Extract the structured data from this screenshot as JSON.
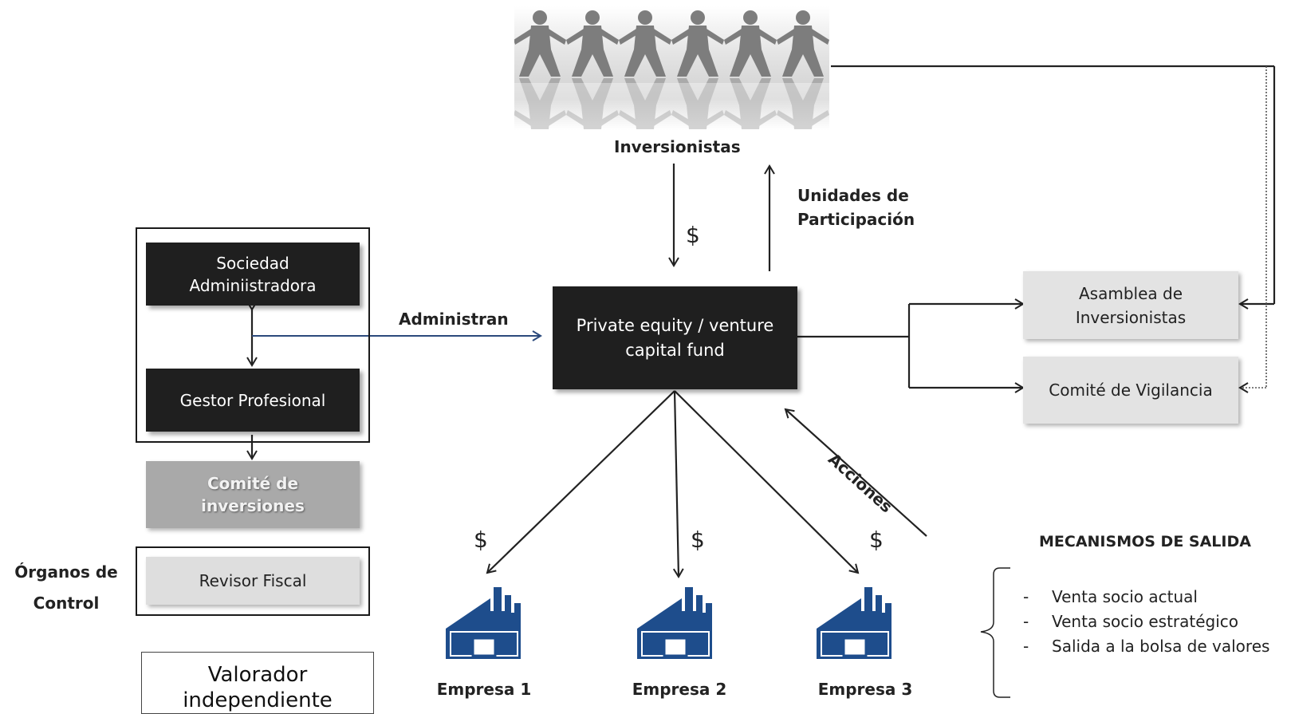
{
  "investors": {
    "label": "Inversionistas"
  },
  "participation_units": {
    "line1": "Unidades de",
    "line2": "Participación"
  },
  "money_symbol": "$",
  "fund": {
    "line1": "Private equity / venture",
    "line2": "capital fund"
  },
  "management": {
    "company": {
      "line1": "Sociedad",
      "line2": "Adminiistradora"
    },
    "manager": "Gestor Profesional",
    "committee": {
      "line1": "Comité de",
      "line2": "inversiones"
    },
    "administer_label": "Administran"
  },
  "control": {
    "title_line1": "Órganos de",
    "title_line2": "Control",
    "auditor": "Revisor Fiscal",
    "valuer": {
      "line1": "Valorador",
      "line2": "independiente"
    }
  },
  "governance": {
    "assembly": {
      "line1": "Asamblea de",
      "line2": "Inversionistas"
    },
    "oversight_committee": "Comité de Vigilancia"
  },
  "shares_label": "Acciones",
  "companies": [
    {
      "label": "Empresa 1"
    },
    {
      "label": "Empresa 2"
    },
    {
      "label": "Empresa 3"
    }
  ],
  "exit_mechanisms": {
    "title": "MECANISMOS DE SALIDA",
    "items": [
      {
        "dash": "-",
        "text": "Venta socio actual"
      },
      {
        "dash": "-",
        "text": "Venta socio estratégico"
      },
      {
        "dash": "-",
        "text": "Salida a la bolsa de valores"
      }
    ]
  },
  "colors": {
    "dark_box": "#1f1f1f",
    "grey_box": "#a9a9a9",
    "light_box": "#e3e3e3",
    "arrow_blue": "#2c4a7c",
    "factory_blue": "#1e4d8c"
  }
}
